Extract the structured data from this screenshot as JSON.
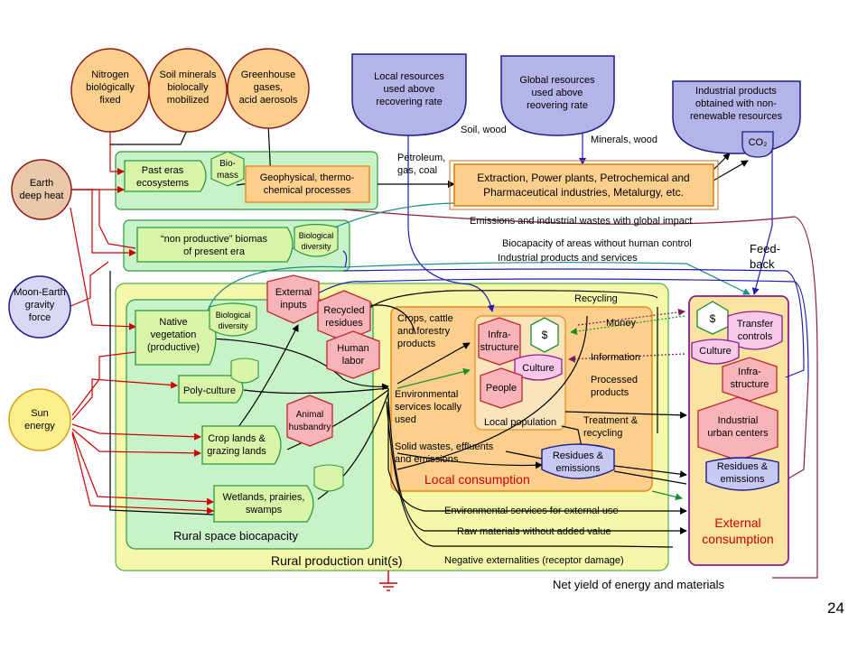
{
  "sources": {
    "nitrogen": [
      "Nitrogen",
      "biológically",
      "fixed"
    ],
    "soil_minerals": [
      "Soil minerals",
      "biolocally",
      "mobilized"
    ],
    "greenhouse": [
      "Greenhouse",
      "gases,",
      "acid aerosols"
    ],
    "earth_heat": [
      "Earth",
      "deep heat"
    ],
    "moon_earth": [
      "Moon-Earth",
      "gravity",
      "force"
    ],
    "sun": [
      "Sun",
      "energy"
    ],
    "local_resources": [
      "Local resources",
      "used above",
      "recovering rate"
    ],
    "global_resources": [
      "Global resources",
      "used above",
      "reovering rate"
    ],
    "industrial_products": [
      "Industrial products",
      "obtained with non-",
      "renewable resources"
    ],
    "co2": "CO₂"
  },
  "upper": {
    "past_eras": [
      "Past eras",
      "ecosystems"
    ],
    "biomass": [
      "Bio-",
      "mass"
    ],
    "geophysical": [
      "Geophysical, thermo-",
      "chemical processes"
    ],
    "non_productive": [
      "“non productive” biomas",
      "of present era"
    ],
    "bio_diversity_top": [
      "Biological",
      "diversity"
    ],
    "extraction": [
      "Extraction, Power plants, Petrochemical and",
      "Pharmaceutical industries, Metalurgy, etc."
    ]
  },
  "flows": {
    "soil_wood": "Soil, wood",
    "minerals_wood": "Minerals, wood",
    "petroleum": [
      "Petroleum,",
      "gas, coal"
    ],
    "emissions_global": "Emissions and industrial wastes with global impact",
    "biocapacity_no_control": "Biocapacity of areas without human control",
    "industrial_services": "Industrial products and services",
    "feedback": [
      "Feed-",
      "back"
    ],
    "recycling": "Recycling",
    "money": "Money",
    "information": "Information",
    "processed": [
      "Processed",
      "products"
    ],
    "treatment": [
      "Treatment &",
      "recycling"
    ],
    "env_external": "Environmental services for external use",
    "raw_materials": "Raw materials without added value",
    "neg_externalities": "Negative externalities (receptor damage)",
    "net_yield": "Net yield of energy and materials"
  },
  "rural": {
    "external_inputs": [
      "External",
      "inputs"
    ],
    "recycled_residues": [
      "Recycled",
      "residues"
    ],
    "human_labor": [
      "Human",
      "labor"
    ],
    "native_vegetation": [
      "Native",
      "vegetation",
      "(productive)"
    ],
    "bio_diversity": [
      "Biological",
      "diversity"
    ],
    "polyculture": "Poly-culture",
    "animal_husbandry": [
      "Animal",
      "husbandry"
    ],
    "crop_lands": [
      "Crop lands &",
      "grazing lands"
    ],
    "wetlands": [
      "Wetlands, prairies,",
      "swamps"
    ],
    "rural_biocapacity": "Rural space biocapacity",
    "production_unit": "Rural production unit(s)"
  },
  "local": {
    "crops": [
      "Crops, cattle",
      "and forestry",
      "products"
    ],
    "env_services": [
      "Environmental",
      "services locally",
      "used"
    ],
    "solid_wastes": [
      "Solid wastes, effluents",
      "and emissions"
    ],
    "infrastructure": [
      "Infra-",
      "structure"
    ],
    "dollar": "$",
    "culture": "Culture",
    "people": "People",
    "local_population": "Local population",
    "residues": [
      "Residues &",
      "emissions"
    ],
    "local_consumption": "Local consumption"
  },
  "external": {
    "dollar": "$",
    "transfer": [
      "Transfer",
      "controls"
    ],
    "culture": "Culture",
    "infrastructure": [
      "Infra-",
      "structure"
    ],
    "industrial_urban": [
      "Industrial",
      "urban centers"
    ],
    "residues": [
      "Residues &",
      "emissions"
    ],
    "external_consumption": [
      "External",
      "consumption"
    ]
  },
  "slide_number": "24",
  "colors": {
    "green_bg": "#c8f2c8",
    "green_border": "#2e9a3c",
    "yellow_bg": "#f4f8a8",
    "orange_bg": "#fcd08c",
    "orange_border": "#e88a1c",
    "pink": "#f8b4b8",
    "pink_border": "#c0282c",
    "lavender": "#b4b4e8",
    "lavender_border": "#1c1c8c",
    "ext_border": "#8c1c8c"
  }
}
